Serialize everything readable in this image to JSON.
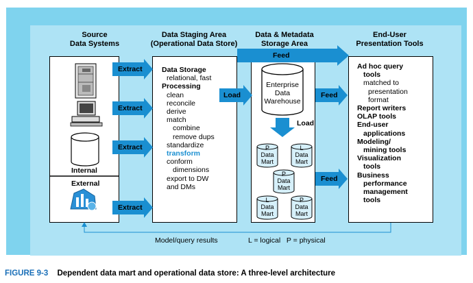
{
  "headers": {
    "source": "Source\nData Systems",
    "staging": "Data Staging Area\n(Operational Data Store)",
    "storage": "Data & Metadata\nStorage Area",
    "presentation": "End-User\nPresentation Tools"
  },
  "source": {
    "internal_label": "Internal",
    "external_label": "External",
    "extract_labels": [
      "Extract",
      "Extract",
      "Extract",
      "Extract"
    ]
  },
  "staging": {
    "lines": [
      {
        "text": "Data Storage",
        "style": "bold"
      },
      {
        "text": "relational, fast",
        "style": "indent1"
      },
      {
        "text": "Processing",
        "style": "bold"
      },
      {
        "text": "clean",
        "style": "indent1"
      },
      {
        "text": "reconcile",
        "style": "indent1"
      },
      {
        "text": "derive",
        "style": "indent1"
      },
      {
        "text": "match",
        "style": "indent1"
      },
      {
        "text": "combine",
        "style": "indent2"
      },
      {
        "text": "remove dups",
        "style": "indent2"
      },
      {
        "text": "standardize",
        "style": "indent1"
      },
      {
        "text": "transform",
        "style": "highlight"
      },
      {
        "text": "conform",
        "style": "indent1"
      },
      {
        "text": "dimensions",
        "style": "indent2"
      },
      {
        "text": "export to DW",
        "style": "indent1"
      },
      {
        "text": "and DMs",
        "style": "indent1"
      }
    ],
    "load_label": "Load"
  },
  "storage": {
    "feed_top": "Feed",
    "warehouse": "Enterprise\nData\nWarehouse",
    "load_label": "Load",
    "data_marts": [
      {
        "type": "P",
        "label": "Data\nMart"
      },
      {
        "type": "L",
        "label": "Data\nMart"
      },
      {
        "type": "P",
        "label": "Data\nMart"
      },
      {
        "type": "L",
        "label": "Data\nMart"
      },
      {
        "type": "P",
        "label": "Data\nMart"
      }
    ],
    "feed_labels": [
      "Feed",
      "Feed"
    ]
  },
  "presentation": {
    "lines": [
      {
        "text": "Ad hoc query",
        "style": "bold"
      },
      {
        "text": "tools",
        "style": "bold-indent"
      },
      {
        "text": "matched to",
        "style": "indent1"
      },
      {
        "text": "presentation",
        "style": "indent2"
      },
      {
        "text": "format",
        "style": "indent2"
      },
      {
        "text": "Report writers",
        "style": "bold"
      },
      {
        "text": "OLAP tools",
        "style": "bold"
      },
      {
        "text": "End-user",
        "style": "bold"
      },
      {
        "text": "applications",
        "style": "bold-indent"
      },
      {
        "text": "Modeling/",
        "style": "bold"
      },
      {
        "text": "mining tools",
        "style": "bold-indent"
      },
      {
        "text": "Visualization",
        "style": "bold"
      },
      {
        "text": "tools",
        "style": "bold-indent"
      },
      {
        "text": "Business",
        "style": "bold"
      },
      {
        "text": "performance",
        "style": "bold-indent"
      },
      {
        "text": "management",
        "style": "bold-indent"
      },
      {
        "text": "tools",
        "style": "bold-indent"
      }
    ]
  },
  "footer": {
    "feedback": "Model/query results",
    "legend": "L = logical   P = physical"
  },
  "caption": {
    "figure": "FIGURE 9-3",
    "text": "Dependent data mart and operational data store: A three-level architecture"
  },
  "colors": {
    "panel": "#7fd3ee",
    "inner": "#aee3f5",
    "arrow": "#1a8fd1",
    "highlight": "#1a8fd1",
    "cylinder_fill": "#d6f0fa"
  }
}
